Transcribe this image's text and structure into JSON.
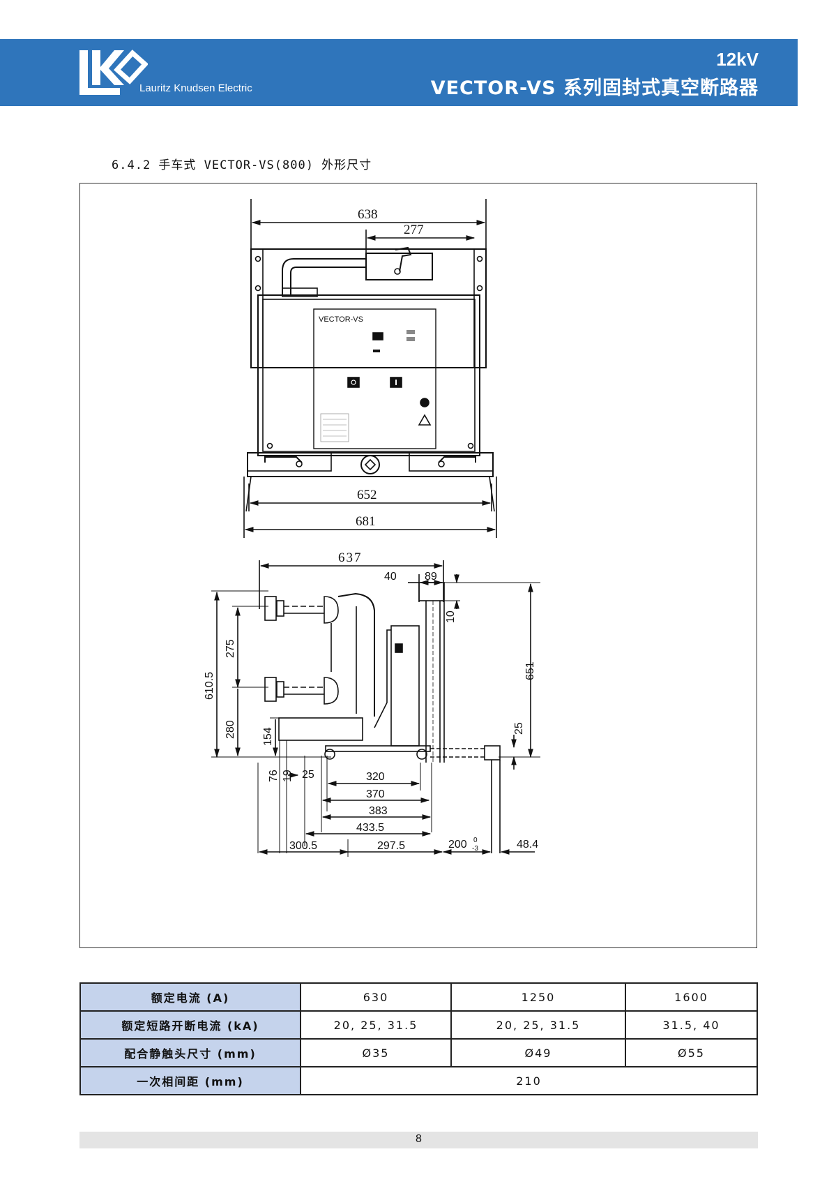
{
  "header": {
    "brand": "Lauritz Knudsen Electric",
    "title_line1": "12kV",
    "title_line2": "VECTOR-VS 系列固封式真空断路器",
    "bg_color": "#2f75bb"
  },
  "section": {
    "title": "6.4.2 手车式 VECTOR-VS(800) 外形尺寸"
  },
  "front_view": {
    "panel_label": "VECTOR-VS",
    "dims": {
      "top_width": "638",
      "top_offset": "277",
      "base_width_inner": "652",
      "base_width_outer": "681"
    }
  },
  "side_view": {
    "dims": {
      "total_depth": "637",
      "d40": "40",
      "d89": "89",
      "d10": "10",
      "height_total": "610.5",
      "h275": "275",
      "h280": "280",
      "h154": "154",
      "h76": "76",
      "h19": "19",
      "d25_left": "25",
      "d320": "320",
      "d370": "370",
      "d383": "383",
      "d433_5": "433.5",
      "d300_5": "300.5",
      "d297_5": "297.5",
      "d200": "200",
      "d200_tol_upper": "0",
      "d200_tol_lower": "-3",
      "d48_4": "48.4",
      "h651": "651",
      "h25_right": "25"
    }
  },
  "spec_table": {
    "rows": [
      {
        "label": "额定电流 (A)",
        "v1": "630",
        "v2": "1250",
        "v3": "1600"
      },
      {
        "label": "额定短路开断电流 (kA)",
        "v1": "20, 25, 31.5",
        "v2": "20, 25, 31.5",
        "v3": "31.5, 40"
      },
      {
        "label": "配合静触头尺寸 (mm)",
        "v1": "Ø35",
        "v2": "Ø49",
        "v3": "Ø55"
      },
      {
        "label": "一次相间距 (mm)",
        "merged": "210"
      }
    ]
  },
  "footer": {
    "page_number": "8"
  }
}
